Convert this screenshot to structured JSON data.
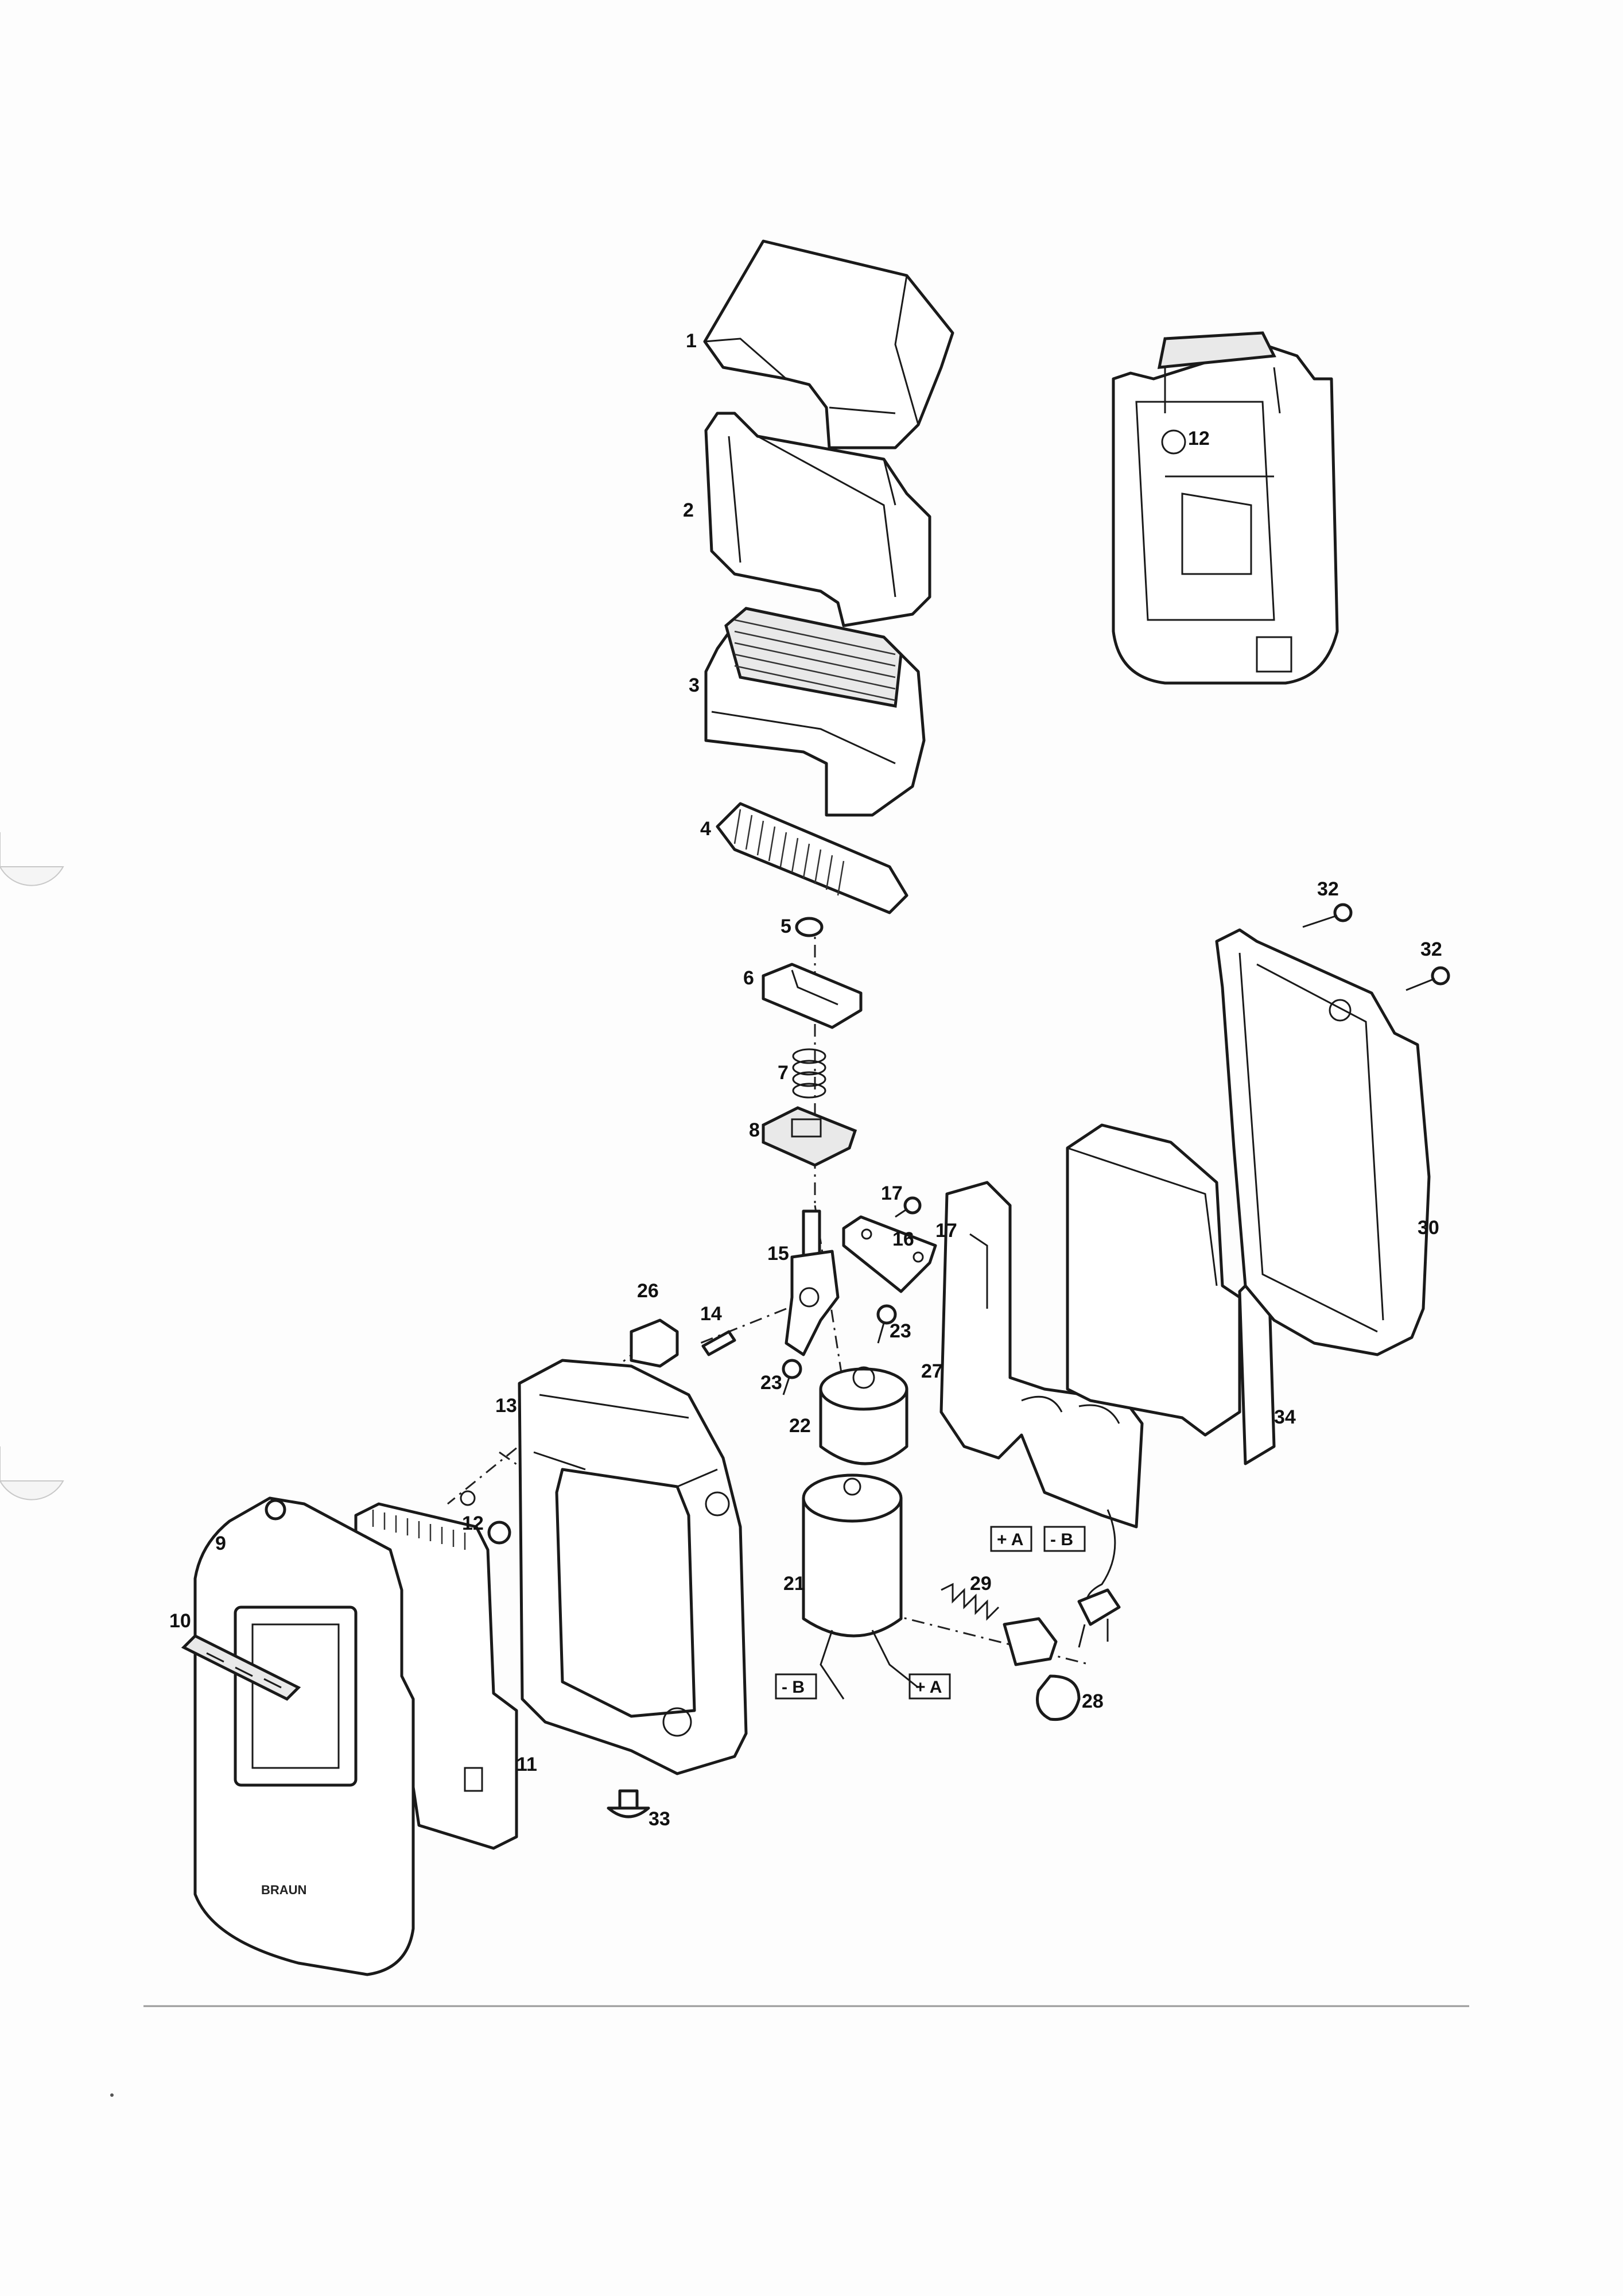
{
  "callouts": {
    "c1": "1",
    "c2": "2",
    "c3": "3",
    "c4": "4",
    "c5": "5",
    "c6": "6",
    "c7": "7",
    "c8": "8",
    "c9": "9",
    "c10": "10",
    "c11": "11",
    "c12": "12",
    "c12b": "12",
    "c13": "13",
    "c14": "14",
    "c15": "15",
    "c16": "16",
    "c17a": "17",
    "c17b": "17",
    "c21": "21",
    "c22": "22",
    "c23a": "23",
    "c23b": "23",
    "c26": "26",
    "c27": "27",
    "c28": "28",
    "c29": "29",
    "c30": "30",
    "c32a": "32",
    "c32b": "32",
    "c33": "33",
    "c34": "34"
  },
  "terminals": {
    "motor_minus": "- B",
    "motor_plus": "+ A",
    "board_plus": "+ A",
    "board_minus": "- B"
  },
  "brand_mark": "BRAUN"
}
